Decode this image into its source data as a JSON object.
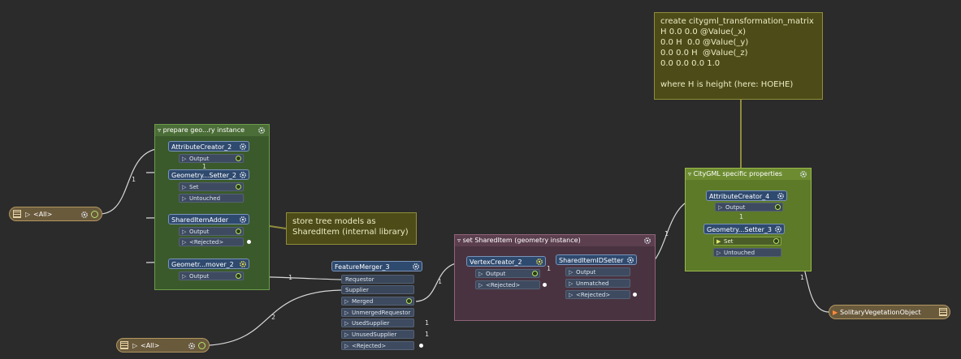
{
  "colors": {
    "background": "#2b2b2b",
    "bookmark_green": "#3b5a2b",
    "bookmark_lime": "#5d7a28",
    "bookmark_maroon": "#4a3340",
    "node_blue": "#2f4a6f",
    "annotation": "#4d4c18",
    "reader_brown": "#6a5a3c"
  },
  "bookmarks": {
    "prepare": {
      "title": "prepare geo...ry instance"
    },
    "citygml": {
      "title": "CityGML specific properties"
    },
    "shared": {
      "title": "set SharedItem (geometry instance)"
    }
  },
  "annotations": {
    "tree_models": "store tree models as\nSharedItem (internal library)",
    "matrix": "create citygml_transformation_matrix\nH 0.0 0.0 @Value(_x)\n0.0 H  0.0 @Value(_y)\n0.0 0.0 H  @Value(_z)\n0.0 0.0 0.0 1.0\n\nwhere H is height (here: HOEHE)"
  },
  "readers": {
    "top": {
      "label": "<All>"
    },
    "bottom": {
      "label": "<All>"
    }
  },
  "writer": {
    "label": "SolitaryVegetationObject"
  },
  "transformers": {
    "attr_creator_2": {
      "title": "AttributeCreator_2",
      "ports": [
        "Output"
      ]
    },
    "geom_setter_2": {
      "title": "Geometry...Setter_2",
      "ports": [
        "Set",
        "Untouched"
      ]
    },
    "shared_item_adder": {
      "title": "SharedItemAdder",
      "ports": [
        "Output",
        "<Rejected>"
      ]
    },
    "geom_remover_2": {
      "title": "Geometr...mover_2",
      "ports": [
        "Output"
      ]
    },
    "feature_merger_3": {
      "title": "FeatureMerger_3",
      "inputs": [
        "Requestor",
        "Supplier"
      ],
      "ports": [
        "Merged",
        "UnmergedRequestor",
        "UsedSupplier",
        "UnusedSupplier",
        "<Rejected>"
      ]
    },
    "vertex_creator_2": {
      "title": "VertexCreator_2",
      "ports": [
        "Output",
        "<Rejected>"
      ]
    },
    "shared_item_id_setter": {
      "title": "SharedItemIDSetter",
      "ports": [
        "Output",
        "Unmatched",
        "<Rejected>"
      ]
    },
    "attr_creator_4": {
      "title": "AttributeCreator_4",
      "ports": [
        "Output"
      ]
    },
    "geom_setter_3": {
      "title": "Geometry...Setter_3",
      "ports": [
        "Set",
        "Untouched"
      ]
    }
  },
  "link_counts": {
    "reader_top_to_attr2": "1",
    "attr2_to_geom2": "1",
    "remover_to_merger": "1",
    "reader_bottom_to_merger": "2",
    "merger_to_vertex": "1",
    "vertex_to_idsetter": "1",
    "idsetter_to_attr4": "1",
    "attr4_to_geom3": "1",
    "geom3_to_writer": "1",
    "used_supplier": "1",
    "unused_supplier": "1"
  }
}
